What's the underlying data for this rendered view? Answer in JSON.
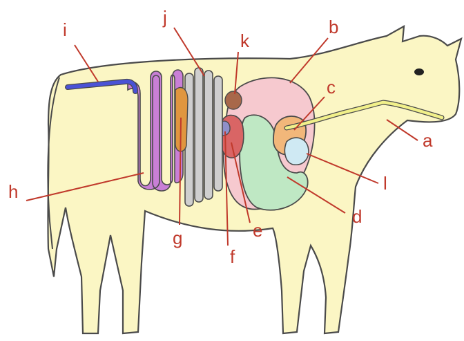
{
  "labels": {
    "a": "a",
    "b": "b",
    "c": "c",
    "d": "d",
    "e": "e",
    "f": "f",
    "g": "g",
    "h": "h",
    "i": "i",
    "j": "j",
    "k": "k",
    "l": "l"
  },
  "colors": {
    "body": "#fbf6c4",
    "outline": "#4a4a4a",
    "label": "#c0392b",
    "leader": "#c0392b",
    "rumen": "#f6c9cf",
    "reticulum": "#f2b77a",
    "abomasum": "#bfe8c4",
    "omasum_small": "#cfe9f3",
    "esophagus": "#f1f08a",
    "small_intestine": "#c97fd6",
    "large_intestine": "#cfcfcf",
    "rectum": "#4a52d6",
    "liver_red": "#d96565",
    "gallbladder": "#8f90c9",
    "pancreas": "#e0963f",
    "spleen": "#a8684a"
  }
}
